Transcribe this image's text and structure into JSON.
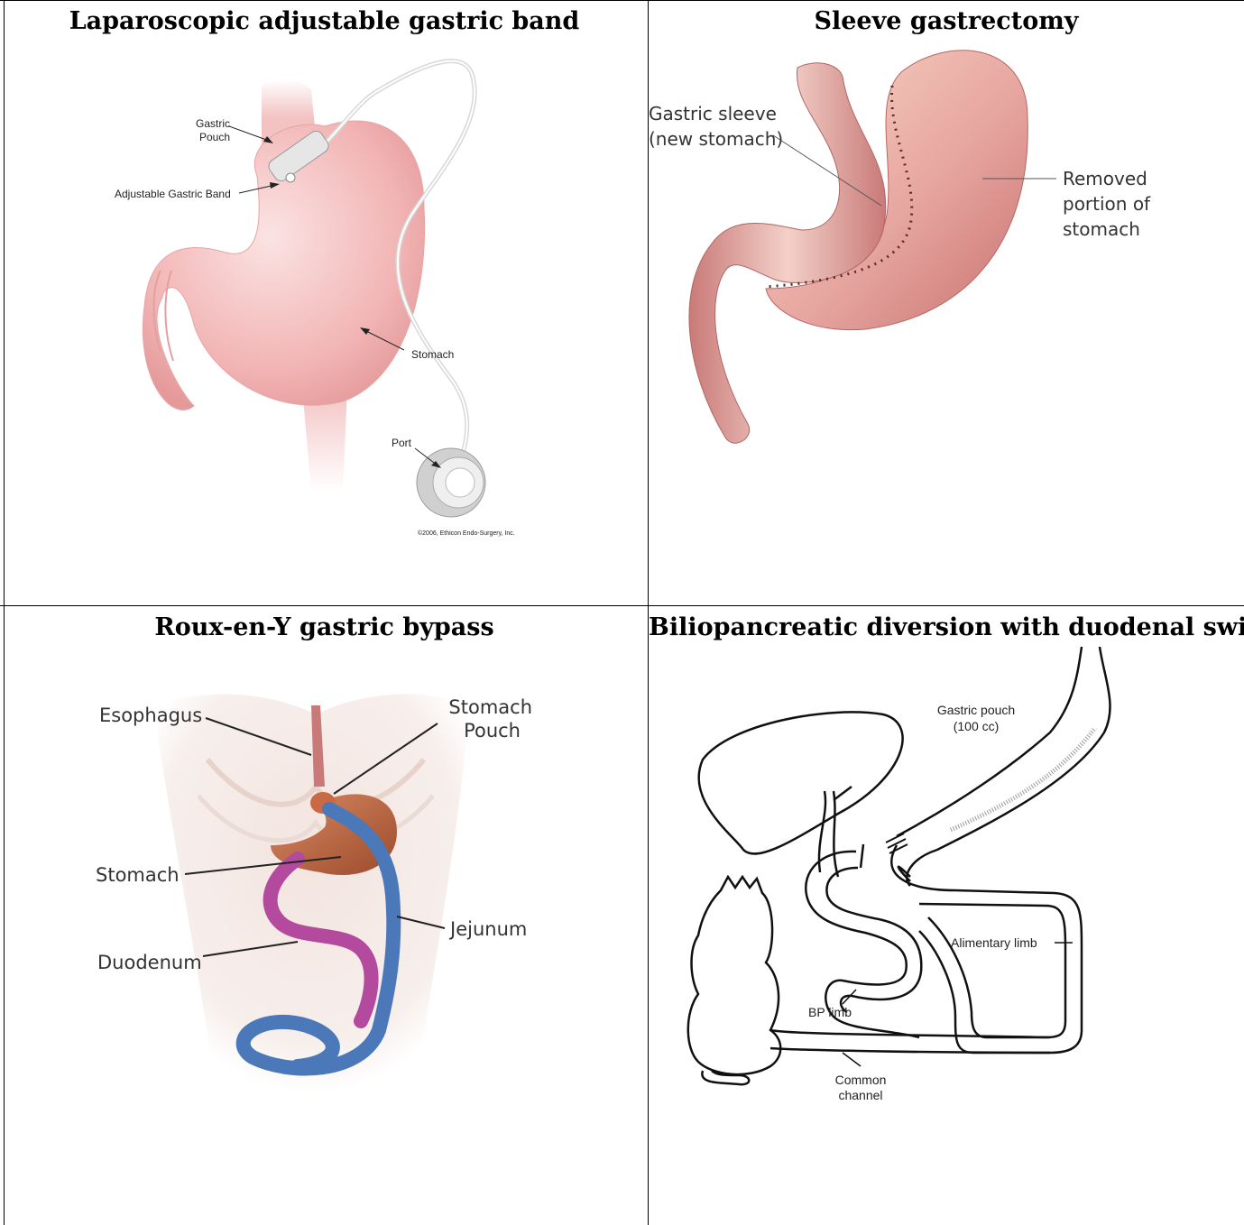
{
  "panels": {
    "band": {
      "title": "Laparoscopic adjustable gastric band",
      "labels": {
        "gastric_pouch_line1": "Gastric",
        "gastric_pouch_line2": "Pouch",
        "adjustable_band": "Adjustable Gastric Band",
        "stomach": "Stomach",
        "port": "Port",
        "copyright": "©2006, Ethicon Endo-Surgery, Inc."
      }
    },
    "sleeve": {
      "title": "Sleeve gastrectomy",
      "labels": {
        "sleeve_line1": "Gastric sleeve",
        "sleeve_line2": "(new stomach)",
        "removed_line1": "Removed",
        "removed_line2": "portion of",
        "removed_line3": "stomach"
      }
    },
    "bypass": {
      "title": "Roux-en-Y gastric bypass",
      "labels": {
        "esophagus": "Esophagus",
        "stomach_pouch_line1": "Stomach",
        "stomach_pouch_line2": "Pouch",
        "stomach": "Stomach",
        "jejunum": "Jejunum",
        "duodenum": "Duodenum"
      }
    },
    "bpd": {
      "title": "Biliopancreatic diversion with duodenal switch",
      "labels": {
        "gastric_pouch_line1": "Gastric pouch",
        "gastric_pouch_line2": "(100 cc)",
        "alimentary_limb": "Alimentary limb",
        "bp_limb": "BP limb",
        "common_line1": "Common",
        "common_line2": "channel"
      }
    }
  },
  "colors": {
    "stomach_pink": "#f2b5b5",
    "stomach_dark": "#d98b8b",
    "sleeve_light": "#f7dcd0",
    "organ_brown": "#c46a45",
    "intestine_blue": "#4a78b8",
    "duodenum_purple": "#b44a9e"
  }
}
